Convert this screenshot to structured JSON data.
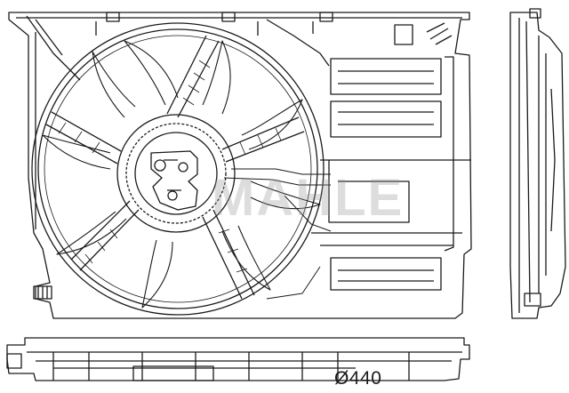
{
  "drawing": {
    "diameter_label": "Ø440",
    "watermark_text": "MAHLE",
    "line_color": "#1a1a1a",
    "background_color": "#ffffff",
    "fan_blade_count": 9,
    "strut_count": 5
  }
}
